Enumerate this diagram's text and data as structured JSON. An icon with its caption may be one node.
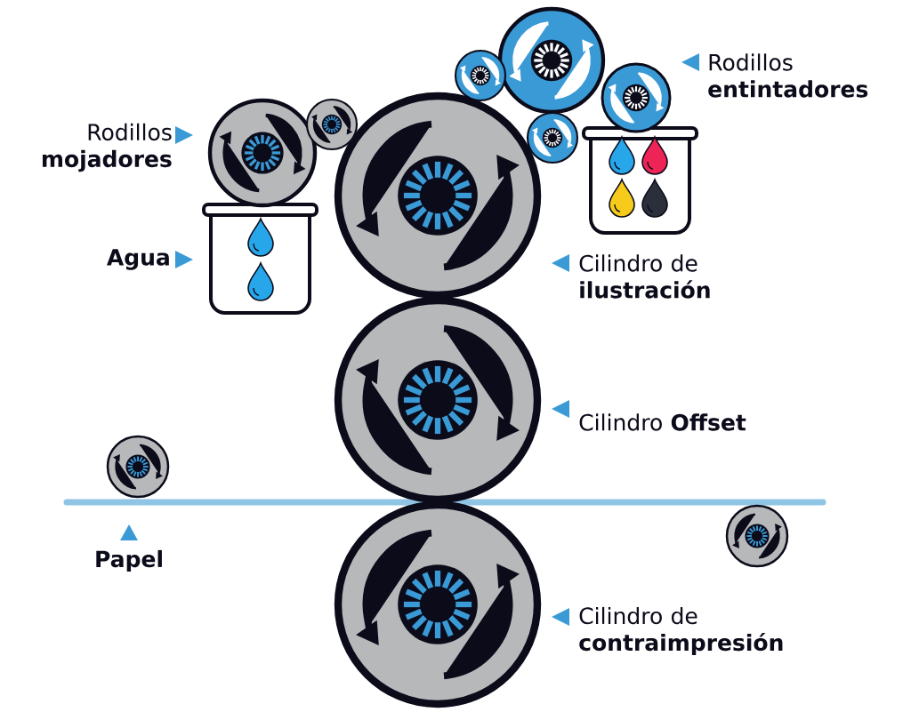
{
  "diagram": {
    "labels": [
      "Rodillos **entintadores**",
      "Rodillos **mojadores**",
      "Agua",
      "Cilindro de **ilustración**",
      "Cilindro **Offset**",
      "Papel",
      "Cilindro de **contraimpresión**"
    ]
  }
}
